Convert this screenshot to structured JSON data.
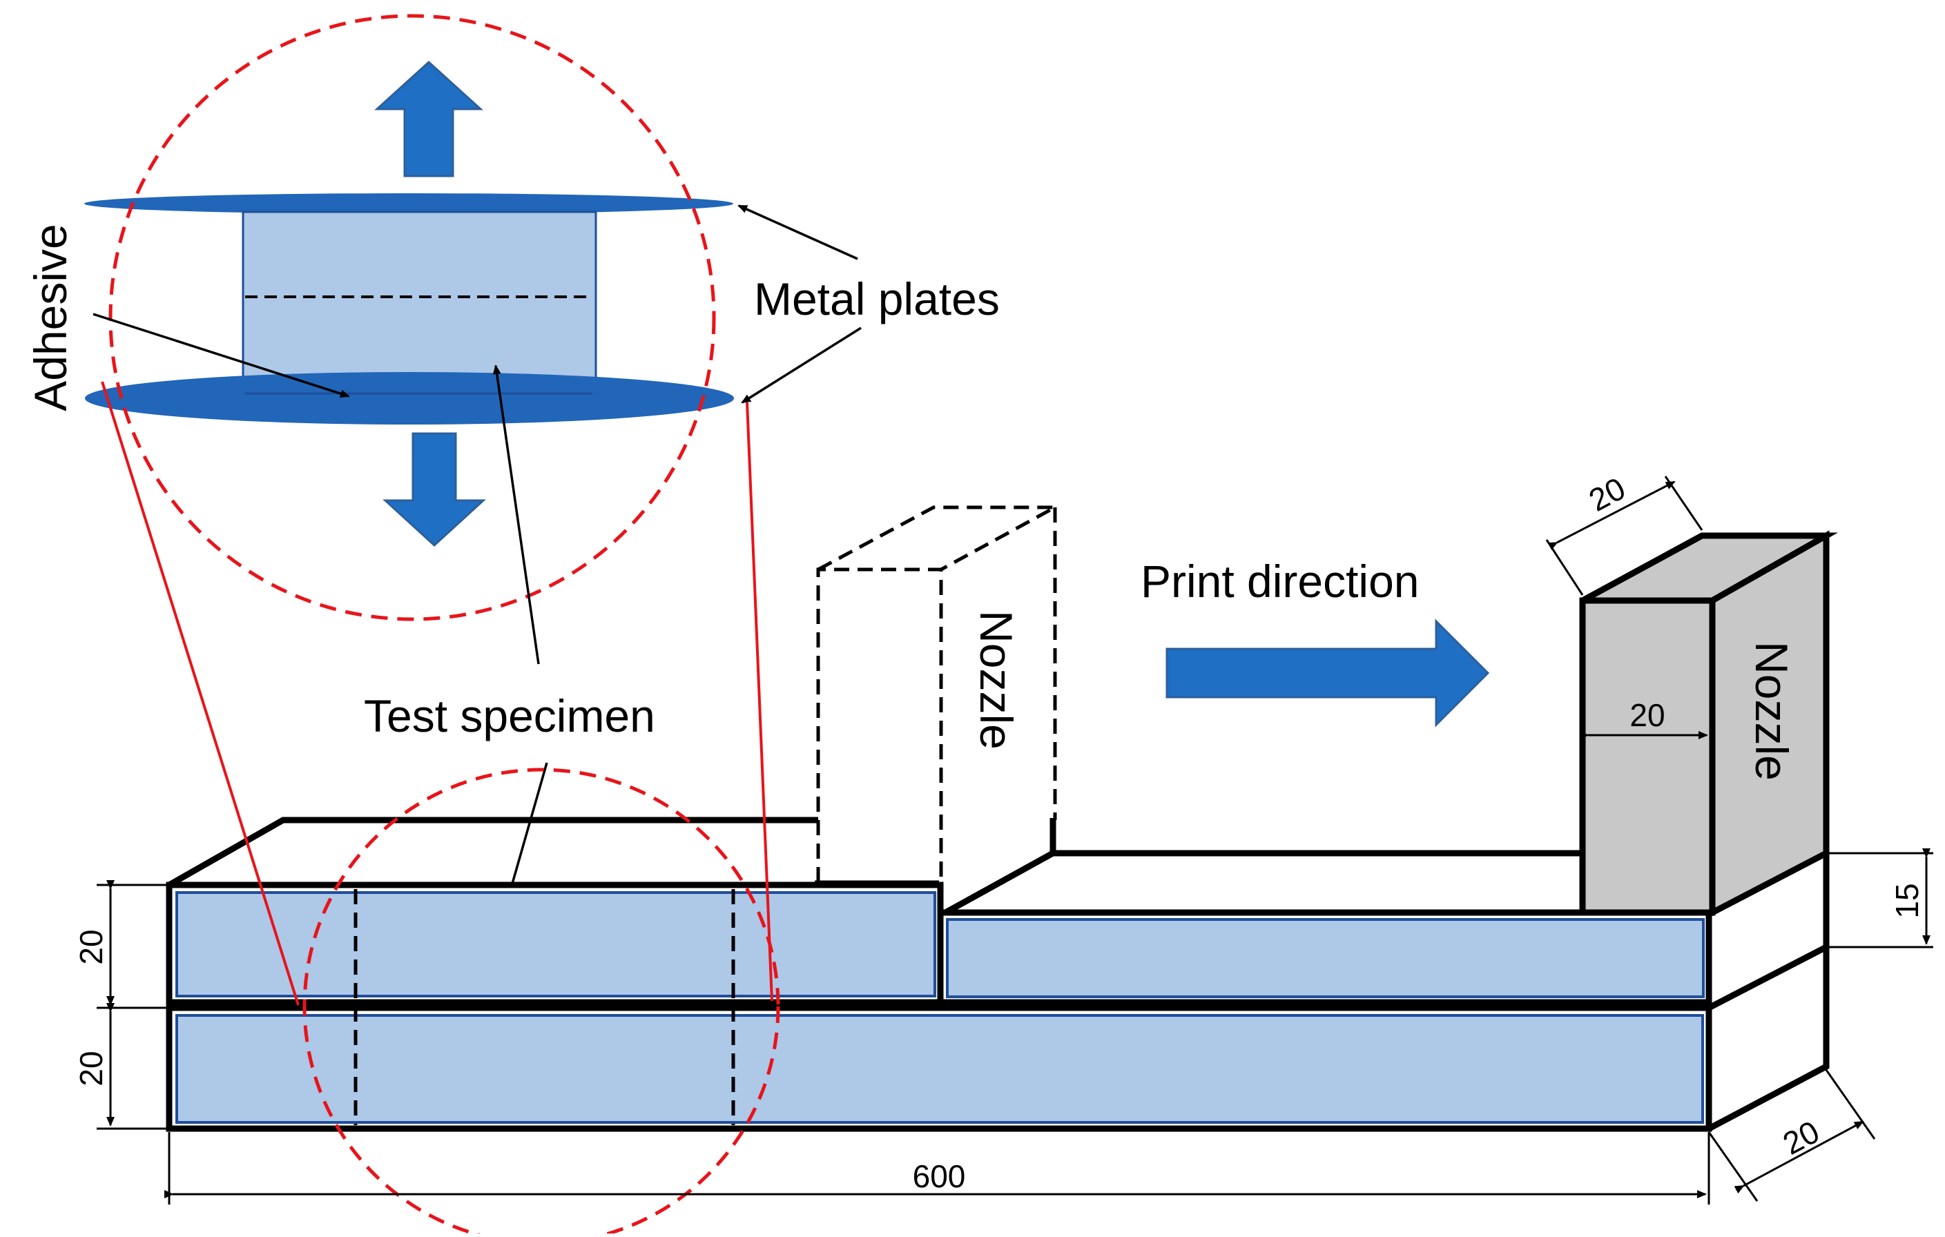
{
  "colors": {
    "specimen_fill": "#aec8e8",
    "specimen_edge": "#1f4e9a",
    "plate_blue": "#2166b8",
    "arrow_blue": "#1f6fc4",
    "adhesive": "#f6c9b3",
    "nozzle_gray": "#c8c8c8",
    "zoom_red": "#e8141a",
    "outline": "#000000"
  },
  "labels": {
    "adhesive": "Adhesive",
    "metal_plates": "Metal plates",
    "test_specimen": "Test specimen",
    "print_direction": "Print direction",
    "nozzle_dashed": "Nozzle",
    "nozzle_solid": "Nozzle"
  },
  "dimensions": {
    "length": "600",
    "layer_height_top": "20",
    "layer_height_bottom": "20",
    "nozzle_height": "15",
    "depth": "20",
    "nozzle_top_width": "20",
    "nozzle_front_width": "20"
  },
  "icons": {
    "pull_up": "arrow-up-icon",
    "pull_down": "arrow-down-icon",
    "print_direction": "arrow-right-icon"
  }
}
